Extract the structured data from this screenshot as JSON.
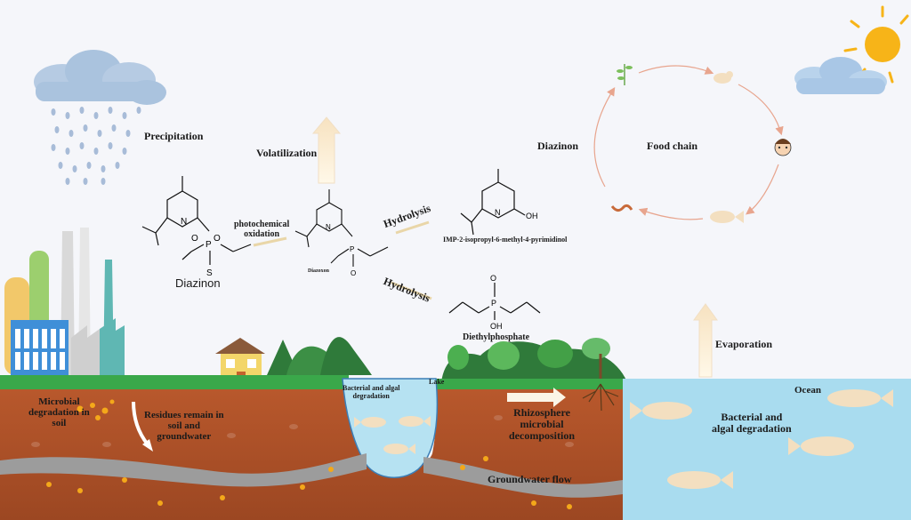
{
  "labels": {
    "precipitation": "Precipitation",
    "volatilization": "Volatilization",
    "photochemical_oxidation": "photochemical\noxidation",
    "hydrolysis_1": "Hydrolysis",
    "hydrolysis_2": "Hydrolysis",
    "diazinon_molecule": "Diazinon",
    "diazoxon_molecule": "Diazoxon",
    "imp_molecule": "IMP-2-isopropyl-6-methyl-4-pyrimidinol",
    "diethylphosphate_molecule": "Diethylphosphate",
    "diazinon_foodchain": "Diazinon",
    "food_chain": "Food chain",
    "evaporation": "Evaporation",
    "ocean": "Ocean",
    "lake": "Lake",
    "bacterial_algal_lake": "Bacterial and algal\ndegradation",
    "bacterial_algal_ocean": "Bacterial and\nalgal degradation",
    "microbial_soil": "Microbial\ndegradation in\nsoil",
    "residues": "Residues remain in\nsoil and\ngroundwater",
    "rhizosphere": "Rhizosphere\nmicrobial\ndecomposition",
    "groundwater_flow": "Groundwater flow"
  },
  "atoms": {
    "N": "N",
    "O": "O",
    "P": "P",
    "S": "S",
    "OH": "OH"
  },
  "colors": {
    "sky": "#f5f6fa",
    "grass": "#3aa84a",
    "soil": "#b5552a",
    "groundwater": "#9c9c9c",
    "ocean": "#a9dcef",
    "lake": "#b6e2f2",
    "sun": "#f7b418",
    "cloud": "#aac3de",
    "arrow_cycle": "#e8a58e",
    "fish": "#f3dfc0"
  },
  "icons": [
    "cloud-rain-icon",
    "sun-icon",
    "cloud-icon",
    "factory-icon",
    "house-icon",
    "tree-icon",
    "fish-icon",
    "plant-icon",
    "worm-icon",
    "person-icon"
  ]
}
